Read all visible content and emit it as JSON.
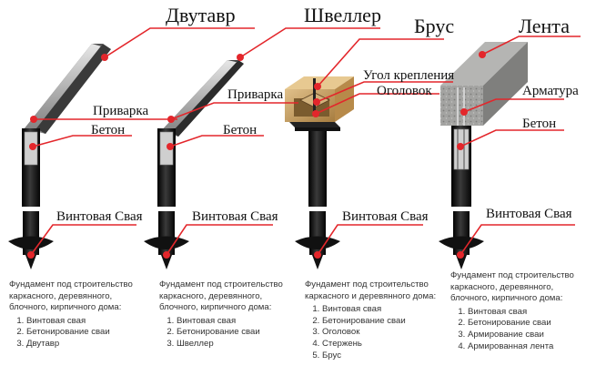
{
  "titles": {
    "dvutavr": "Двутавр",
    "shveller": "Швеллер",
    "brus": "Брус",
    "lenta": "Лента"
  },
  "callouts": {
    "ugol_krepleniya": "Угол крепления",
    "ogolovok": "Оголовок",
    "armatura": "Арматура",
    "privarka": "Приварка",
    "beton": "Бетон",
    "vintovaya_svaya": "Винтовая Свая"
  },
  "descriptions": [
    {
      "text": "Фундамент под строительство каркасного, деревянного, блочного, кирпичного дома:",
      "steps": [
        "Винтовая свая",
        "Бетонирование сваи",
        "Двутавр"
      ]
    },
    {
      "text": "Фундамент под строительство каркасного, деревянного, блочного, кирпичного дома:",
      "steps": [
        "Винтовая свая",
        "Бетонирование сваи",
        "Швеллер"
      ]
    },
    {
      "text": "Фундамент под строительство каркасного и деревянного дома:",
      "steps": [
        "Винтовая свая",
        "Бетонирование сваи",
        "Оголовок",
        "Стержень",
        "Брус"
      ]
    },
    {
      "text": "Фундамент под строительство каркасного, деревянного, блочного, кирпичного дома:",
      "steps": [
        "Винтовая свая",
        "Бетонирование сваи",
        "Армирование сваи",
        "Армированная лента"
      ]
    }
  ],
  "colors": {
    "callout_line": "#e3262b",
    "pile": "#151515",
    "concrete": "#c9c9c9",
    "wood": "#c9a46a",
    "tape_concrete": "#9a9a98"
  }
}
